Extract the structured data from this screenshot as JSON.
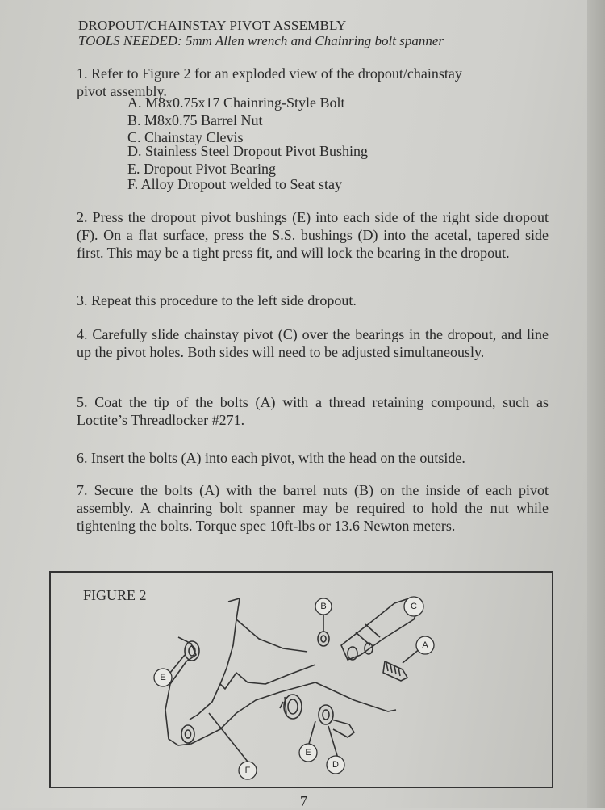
{
  "header": {
    "title": "DROPOUT/CHAINSTAY PIVOT ASSEMBLY",
    "tools": "TOOLS NEEDED: 5mm Allen wrench and Chainring bolt spanner"
  },
  "steps": {
    "s1_line1": "1. Refer to Figure 2 for an exploded view of the dropout/chainstay",
    "s1_line2": "pivot assembly.",
    "parts": [
      "A. M8x0.75x17 Chainring-Style Bolt",
      "B. M8x0.75 Barrel Nut",
      "C. Chainstay Clevis",
      "D. Stainless Steel Dropout Pivot Bushing",
      "E. Dropout Pivot Bearing",
      "F. Alloy Dropout welded to Seat stay"
    ],
    "s2": "2. Press the dropout pivot bushings (E) into each side of the right side dropout (F). On a flat surface, press the S.S. bushings (D) into the acetal, tapered side first. This may be a tight press fit, and will lock the bearing in the dropout.",
    "s3": "3. Repeat this procedure to the left side dropout.",
    "s4": "4. Carefully slide chainstay pivot (C) over the bearings in the dropout, and line up the pivot holes. Both sides will need to be adjusted simultaneously.",
    "s5": "5. Coat the tip of the bolts (A) with a thread retaining compound, such as Loctite’s Threadlocker #271.",
    "s6": "6. Insert the bolts (A) into each pivot, with the head on the outside.",
    "s7": "7. Secure the bolts (A) with the barrel nuts (B) on the inside of each pivot assembly. A chainring bolt spanner may be required to hold the nut while tightening the bolts. Torque spec 10ft-lbs or 13.6 Newton meters."
  },
  "figure": {
    "label": "FIGURE 2",
    "callouts": {
      "a": "A",
      "b": "B",
      "c": "C",
      "d": "D",
      "e1": "E",
      "e2": "E",
      "f": "F"
    }
  },
  "page_number": "7"
}
